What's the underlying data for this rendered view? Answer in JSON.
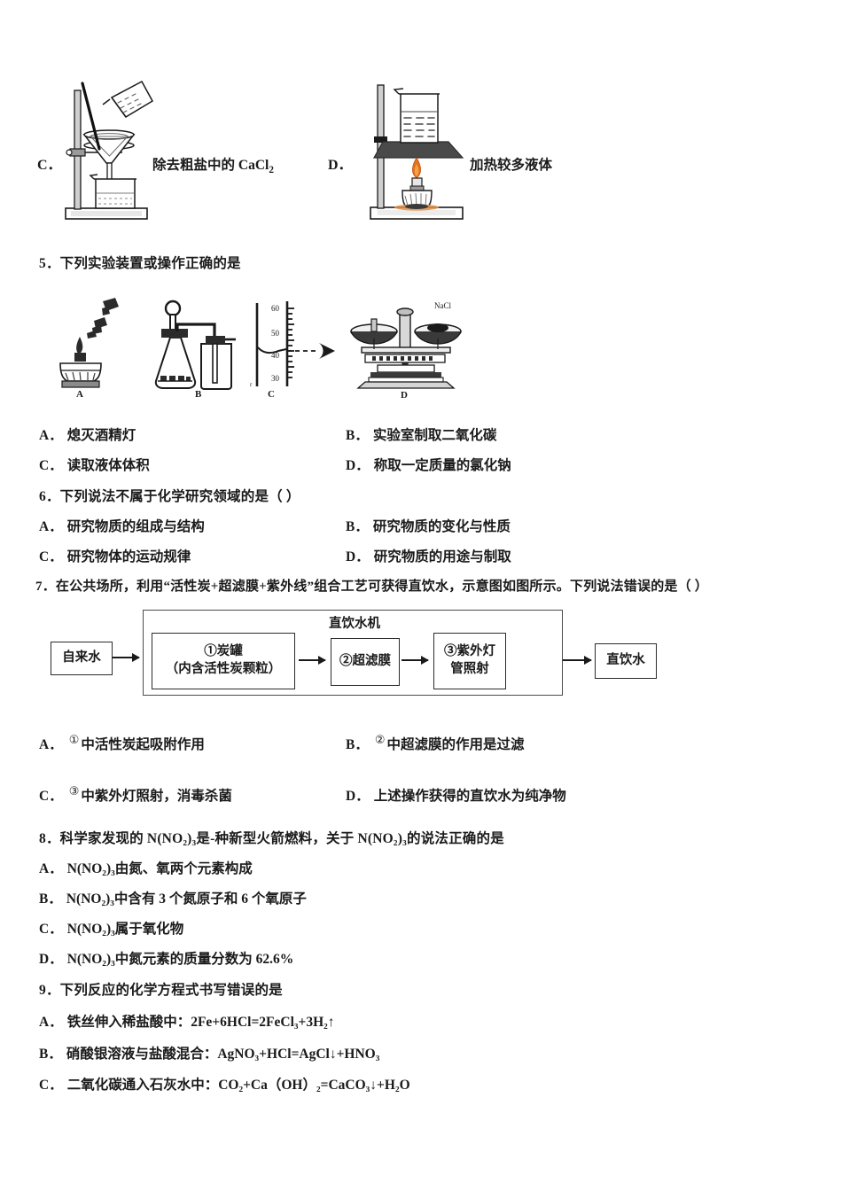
{
  "top_options": {
    "c": {
      "label": "C．",
      "caption": "除去粗盐中的 CaCl",
      "caption_sub": "2",
      "apparatus": "filtration-setup-iron-stand-funnel-beaker"
    },
    "d": {
      "label": "D．",
      "caption": "加热较多液体",
      "apparatus": "heating-beaker-on-wire-gauze-alcohol-lamp"
    }
  },
  "q5": {
    "number": "5．",
    "stem": "下列实验装置或操作正确的是",
    "figures": [
      {
        "key": "A",
        "desc": "extinguish-alcohol-lamp-by-blowing"
      },
      {
        "key": "B",
        "desc": "gas-generator-flask-and-collecting-bottle"
      },
      {
        "key": "C",
        "desc": "graduated-cylinder-reading-eye-level",
        "ticks": [
          "60",
          "50",
          "40",
          "30"
        ]
      },
      {
        "key": "D",
        "desc": "balance-weighing-nacl",
        "annotation": "NaCl"
      }
    ],
    "options": [
      {
        "label": "A．",
        "text": "熄灭酒精灯"
      },
      {
        "label": "B．",
        "text": "实验室制取二氧化碳"
      },
      {
        "label": "C．",
        "text": "读取液体体积"
      },
      {
        "label": "D．",
        "text": "称取一定质量的氯化钠"
      }
    ]
  },
  "q6": {
    "number": "6．",
    "stem": "下列说法不属于化学研究领域的是（    ）",
    "options": [
      {
        "label": "A．",
        "text": "研究物质的组成与结构"
      },
      {
        "label": "B．",
        "text": "研究物质的变化与性质"
      },
      {
        "label": "C．",
        "text": "研究物体的运动规律"
      },
      {
        "label": "D．",
        "text": "研究物质的用途与制取"
      }
    ]
  },
  "q7": {
    "number": "7．",
    "stem": "在公共场所，利用“活性炭+超滤膜+紫外线”组合工艺可获得直饮水，示意图如图所示。下列说法错误的是（      ）",
    "diagram": {
      "machine_title": "直饮水机",
      "input_label": "自来水",
      "output_label": "直饮水",
      "stages": [
        {
          "id": "①",
          "line1": "①炭罐",
          "line2": "（内含活性炭颗粒）"
        },
        {
          "id": "②",
          "line1": "②超滤膜",
          "line2": ""
        },
        {
          "id": "③",
          "line1": "③紫外灯",
          "line2": "管照射"
        }
      ]
    },
    "options": [
      {
        "label": "A．",
        "circled": "①",
        "text": "中活性炭起吸附作用"
      },
      {
        "label": "B．",
        "circled": "②",
        "text": "中超滤膜的作用是过滤"
      },
      {
        "label": "C．",
        "circled": "③",
        "text": "中紫外灯照射，消毒杀菌"
      },
      {
        "label": "D．",
        "circled": "",
        "text": "上述操作获得的直饮水为纯净物"
      }
    ]
  },
  "q8": {
    "number": "8．",
    "stem_html": "科学家发现的 N(NO₂)₃是-种新型火箭燃料，关于 N(NO₂)₃的说法正确的是",
    "options": [
      {
        "label": "A．",
        "text": "N(NO₂)₃由氮、氧两个元素构成"
      },
      {
        "label": "B．",
        "text": "N(NO₂)₃中含有 3 个氮原子和 6 个氧原子"
      },
      {
        "label": "C．",
        "text": "N(NO₂)₃属于氧化物"
      },
      {
        "label": "D．",
        "text": "N(NO₂)₃中氮元素的质量分数为 62.6%"
      }
    ]
  },
  "q9": {
    "number": "9．",
    "stem": "下列反应的化学方程式书写错误的是",
    "options": [
      {
        "label": "A．",
        "text": "铁丝伸入稀盐酸中：2Fe+6HCl=2FeCl₃+3H₂↑"
      },
      {
        "label": "B．",
        "text": "硝酸银溶液与盐酸混合：AgNO₃+HCl=AgCl↓+HNO₃"
      },
      {
        "label": "C．",
        "text": "二氧化碳通入石灰水中：CO₂+Ca（OH）₂=CaCO₃↓+H₂O"
      }
    ]
  },
  "colors": {
    "ink": "#1a1a1a",
    "flame": "#e2721f",
    "gauze": "#4a4a4a",
    "metal": "#8c8c8c"
  }
}
